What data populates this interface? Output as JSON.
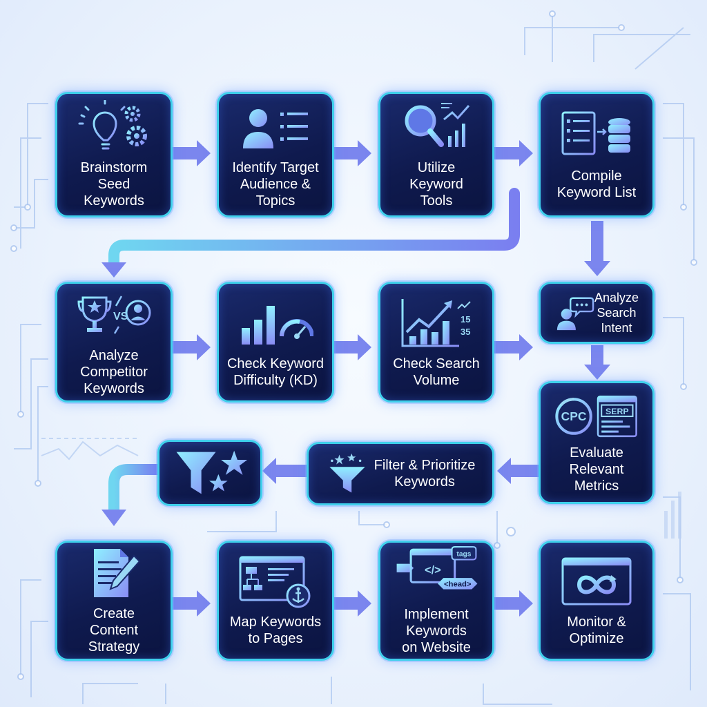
{
  "colors": {
    "node_bg": "#0f1a4e",
    "node_border": "#3fd0ec",
    "arrow": "#7b8cf0",
    "background": "#eaf2fd"
  },
  "steps": [
    {
      "label": "Brainstorm\nSeed\nKeywords",
      "icon": "lightbulb-gears-icon"
    },
    {
      "label": "Identify Target\nAudience &\nTopics",
      "icon": "user-list-icon"
    },
    {
      "label": "Utilize\nKeyword\nTools",
      "icon": "magnifier-chart-icon"
    },
    {
      "label": "Compile\nKeyword List",
      "icon": "list-database-icon"
    },
    {
      "label": "Analyze\nCompetitor\nKeywords",
      "icon": "trophy-vs-user-icon",
      "vs_text": "VS"
    },
    {
      "label": "Check Keyword\nDifficulty (KD)",
      "icon": "bar-gauge-icon"
    },
    {
      "label": "Check Search\nVolume",
      "icon": "trend-chart-icon",
      "num_top": "15",
      "num_bottom": "35"
    },
    {
      "label": "Analyze\nSearch\nIntent",
      "icon": "user-chat-icon"
    },
    {
      "label": "Evaluate\nRelevant\nMetrics",
      "icon": "cpc-serp-icon",
      "cpc_text": "CPC",
      "serp_text": "SERP"
    },
    {
      "label": "Filter & Prioritize\nKeywords",
      "icon": "funnel-stars-icon"
    },
    {
      "label": "",
      "icon": "funnel-stars-large-icon"
    },
    {
      "label": "Create\nContent\nStrategy",
      "icon": "document-pen-icon"
    },
    {
      "label": "Map Keywords\nto Pages",
      "icon": "sitemap-anchor-icon"
    },
    {
      "label": "Implement\nKeywords\non Website",
      "icon": "code-tags-icon",
      "tags_text": "tags",
      "head_text": "<head>",
      "code_text": "</>"
    },
    {
      "label": "Monitor &\nOptimize",
      "icon": "browser-infinity-icon"
    }
  ]
}
